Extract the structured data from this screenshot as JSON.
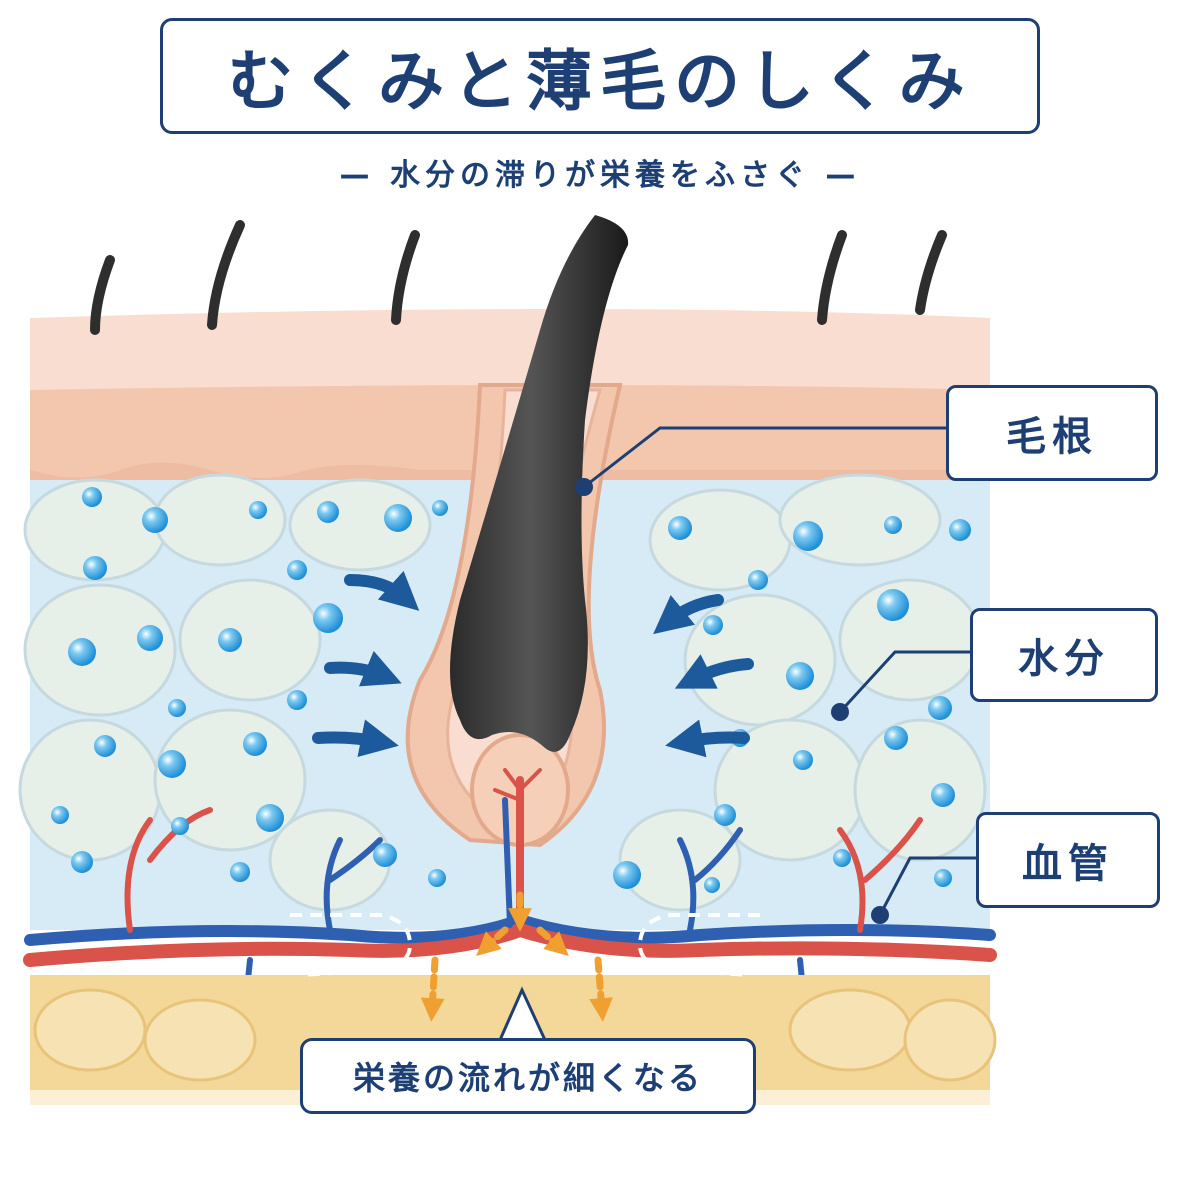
{
  "title": "むくみと薄毛のしくみ",
  "subtitle": "— 水分の滞りが栄養をふさぐ —",
  "labels": {
    "hair_root": "毛根",
    "water": "水分",
    "blood_vessel": "血管",
    "nutrient_flow": "栄養の流れが細くなる"
  },
  "colors": {
    "navy": "#1d3f73",
    "skin": "#f3c7ad",
    "fluid": "#c9e4f2",
    "droplet": "#3aa6e0",
    "artery": "#d9534a",
    "vein": "#2f5fb0",
    "nutrient_arrow": "#f0a030",
    "fat": "#f4d89a"
  }
}
